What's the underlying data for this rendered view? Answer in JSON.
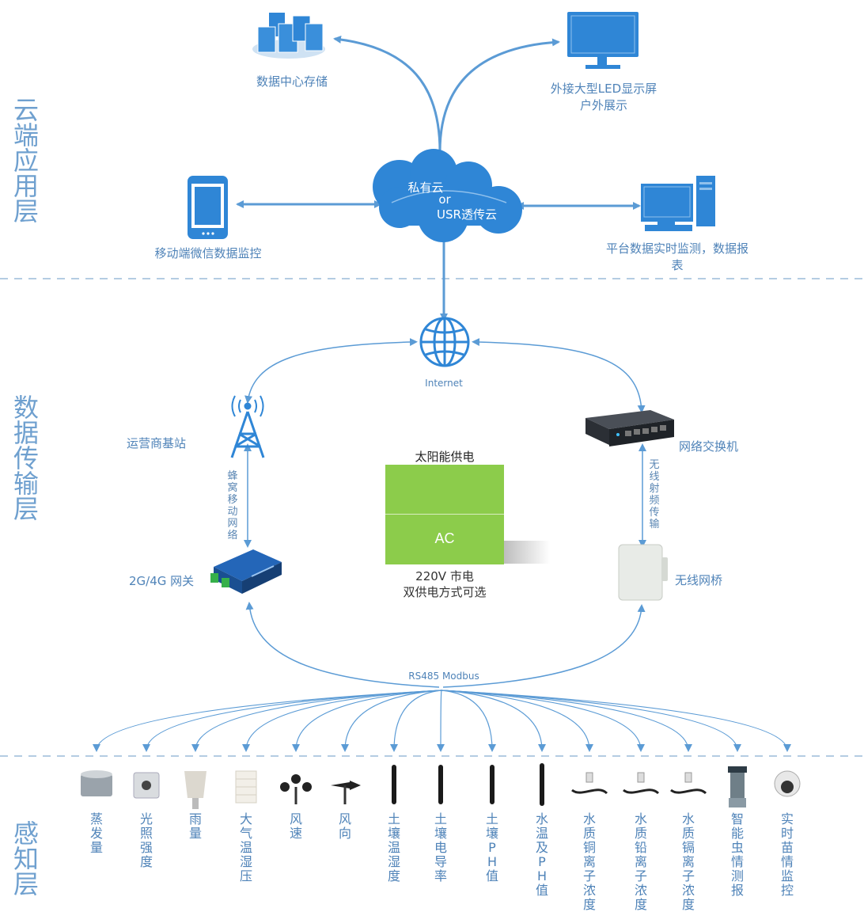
{
  "layers": {
    "cloud": "云端应用层",
    "transport": "数据传输层",
    "sensing": "感知层"
  },
  "cloud_nodes": {
    "data_center": "数据中心存储",
    "led_line1": "外接大型LED显示屏",
    "led_line2": "户外展示",
    "mobile": "移动端微信数据监控",
    "platform_line1": "平台数据实时监测，数据报",
    "platform_line2": "表",
    "cloud_line1": "私有云",
    "cloud_line2": "or",
    "cloud_line3": "USR透传云"
  },
  "transport_nodes": {
    "internet": "Internet",
    "base_station": "运营商基站",
    "cellular": "蜂窝移动网络",
    "gateway": "2G/4G 网关",
    "switch": "网络交换机",
    "wireless_rf": "无线射频传输",
    "bridge": "无线网桥",
    "solar": "太阳能供电",
    "ac": "AC",
    "mains_line1": "220V 市电",
    "mains_line2": "双供电方式可选",
    "bus": "RS485  Modbus"
  },
  "sensors": [
    {
      "label": "蒸发量"
    },
    {
      "label": "光照强度"
    },
    {
      "label": "雨量"
    },
    {
      "label": "大气温湿压"
    },
    {
      "label": "风速"
    },
    {
      "label": "风向"
    },
    {
      "label": "土壤温湿度"
    },
    {
      "label": "土壤电导率"
    },
    {
      "label": "土壤PH值"
    },
    {
      "label": "水温及PH值"
    },
    {
      "label": "水质铜离子浓度"
    },
    {
      "label": "水质铅离子浓度"
    },
    {
      "label": "水质镉离子浓度"
    },
    {
      "label": "智能虫情测报"
    },
    {
      "label": "实时苗情监控"
    }
  ],
  "colors": {
    "line": "#5b9bd5",
    "dash": "#9bbbd9",
    "icon": "#2f86d6",
    "green": "#8ccc4b"
  }
}
